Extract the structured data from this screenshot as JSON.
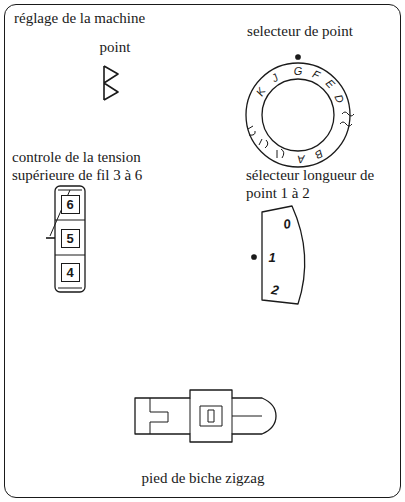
{
  "diagram": {
    "nodes": [
      {
        "text": [
          "réglage de la machine"
        ]
      },
      {
        "text": [
          "6"
        ],
        "in": 0
      },
      {
        "text": [
          "5"
        ],
        "in": 0
      },
      {
        "text": [
          "4"
        ],
        "in": 0
      }
    ],
    "labels": [
      "point",
      "selecteur de point",
      "K",
      "J",
      "G",
      "F",
      "E",
      "D",
      "B",
      "A",
      "controle de la tension supérieure de fil 3 à 6",
      "sélecteur longueur de point 1 à 2",
      "0",
      "1",
      "2",
      "pied de biche zigzag"
    ]
  }
}
